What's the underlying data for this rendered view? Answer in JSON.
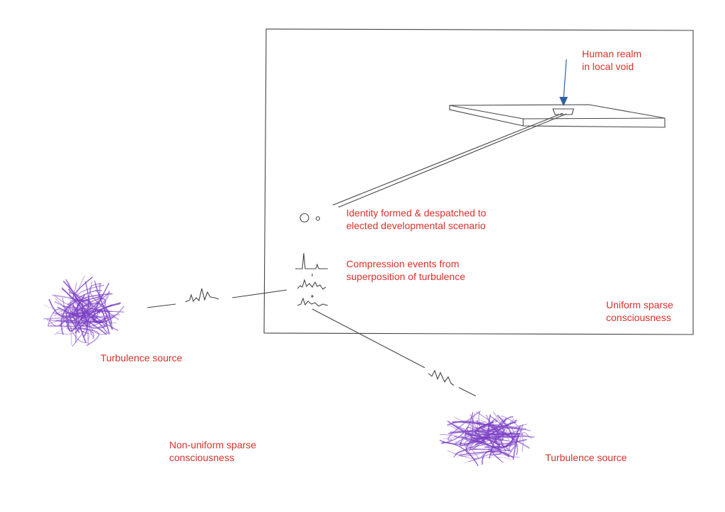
{
  "labels": {
    "human_realm": "Human realm\nin local void",
    "identity": "Identity formed & despatched to\nelected developmental scenario",
    "compression": "Compression events from\nsuperposition of turbulence",
    "uniform": "Uniform sparse\nconsciousness",
    "turbulence_left": "Turbulence source",
    "turbulence_right": "Turbulence source",
    "non_uniform": "Non-uniform sparse\nconsciousness"
  },
  "colors": {
    "label": "#d7312c",
    "turbulence": "#7b3fc4",
    "arrow": "#2f5f9e",
    "line": "#444444"
  }
}
